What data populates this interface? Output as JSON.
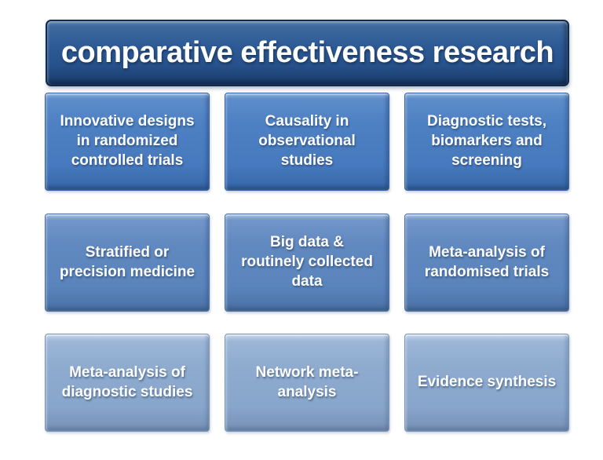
{
  "title": {
    "label": "comparative effectiveness research"
  },
  "boxes": [
    {
      "label": "Innovative designs in randomized controlled trials",
      "row": 1
    },
    {
      "label": "Causality in observational studies",
      "row": 1
    },
    {
      "label": "Diagnostic tests, biomarkers and screening",
      "row": 1
    },
    {
      "label": "Stratified or precision medicine",
      "row": 2
    },
    {
      "label": "Big data & routinely collected data",
      "row": 2
    },
    {
      "label": "Meta-analysis of randomised trials",
      "row": 2
    },
    {
      "label": "Meta-analysis of diagnostic studies",
      "row": 3
    },
    {
      "label": "Network meta-analysis",
      "row": 3
    },
    {
      "label": "Evidence synthesis",
      "row": 3
    }
  ],
  "colors": {
    "background": "#ffffff",
    "title_body": "#2d5a95",
    "title_border": "#142c4b",
    "row1_body": "#4a7dc0",
    "row2_body": "#5e87be",
    "row3_body": "#8aa8ce",
    "text": "#ffffff"
  }
}
